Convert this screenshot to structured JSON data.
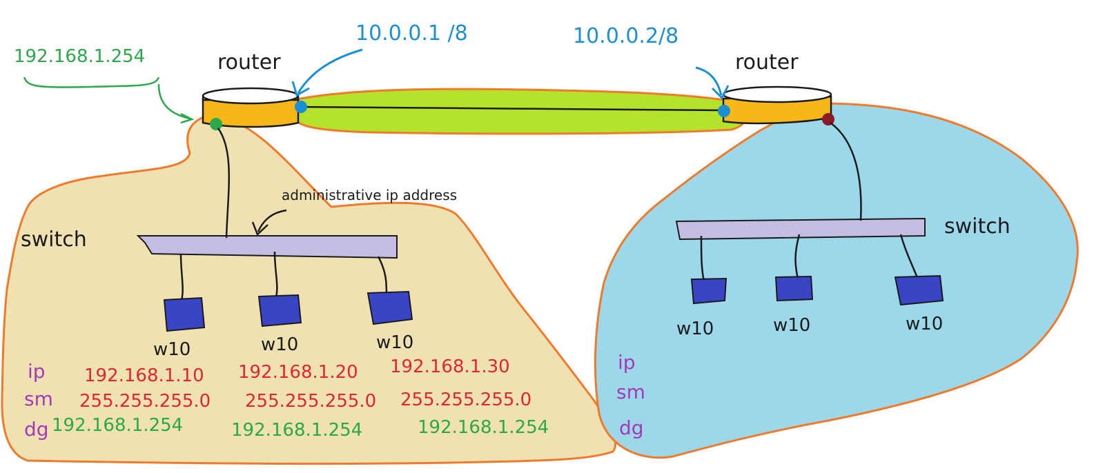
{
  "labels": {
    "router_ip_left": "192.168.1.254",
    "wan_ip_left": "10.0.0.1 /8",
    "wan_ip_right": "10.0.0.2/8",
    "router_left": "router",
    "router_right": "router",
    "switch_left": "switch",
    "switch_right": "switch",
    "admin_ip": "administrative ip address"
  },
  "left_network": {
    "hosts": [
      {
        "name": "w10",
        "ip": "192.168.1.10",
        "sm": "255.255.255.0",
        "dg": "192.168.1.254"
      },
      {
        "name": "w10",
        "ip": "192.168.1.20",
        "sm": "255.255.255.0",
        "dg": "192.168.1.254"
      },
      {
        "name": "w10",
        "ip": "192.168.1.30",
        "sm": "255.255.255.0",
        "dg": "192.168.1.254"
      }
    ],
    "row_labels": {
      "ip": "ip",
      "sm": "sm",
      "dg": "dg"
    }
  },
  "right_network": {
    "hosts": [
      {
        "name": "w10"
      },
      {
        "name": "w10"
      },
      {
        "name": "w10"
      }
    ],
    "row_labels": {
      "ip": "ip",
      "sm": "sm",
      "dg": "dg"
    }
  },
  "colors": {
    "left_lan_fill": "#efe1b2",
    "right_lan_fill": "#9dd8ea",
    "wan_fill": "#b5e22a",
    "outline": "#f07a2a",
    "router_band": "#f7b718",
    "switch_fill": "#c6bde2",
    "host_fill": "#3a45c6",
    "blue_ink": "#1b8fd4",
    "green_ink": "#2aa84a",
    "red_ink": "#e0262f",
    "purple_ink": "#a43ab8",
    "port_left": "#2aa84a",
    "port_right": "#8a1a28"
  }
}
